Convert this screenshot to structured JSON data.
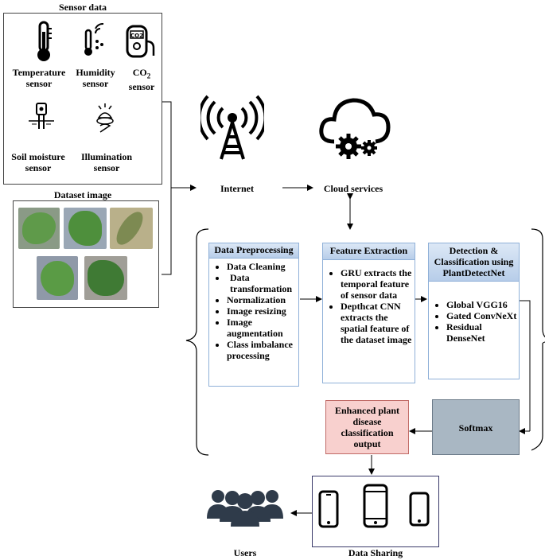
{
  "sensor_panel": {
    "title": "Sensor data",
    "sensors": [
      {
        "name": "Temperature sensor",
        "icon": "thermometer-icon"
      },
      {
        "name": "Humidity sensor",
        "icon": "humidity-icon"
      },
      {
        "name_main": "CO",
        "name_sub": "2",
        "name_tail": "sensor",
        "icon": "co2-sensor-icon"
      },
      {
        "name": "Soil moisture sensor",
        "icon": "soil-moisture-icon"
      },
      {
        "name": "Illumination sensor",
        "icon": "illumination-icon"
      }
    ]
  },
  "dataset_panel": {
    "title": "Dataset image"
  },
  "network": {
    "internet": "Internet",
    "cloud": "Cloud services"
  },
  "preprocessing": {
    "title": "Data Preprocessing",
    "items": [
      "Data Cleaning",
      "Data transformation",
      "Normalization",
      "Image resizing",
      "Image augmentation",
      "Class imbalance processing"
    ]
  },
  "feature_extraction": {
    "title": "Feature Extraction",
    "items": [
      "GRU extracts the temporal feature of sensor data",
      "Depthcat CNN extracts the spatial feature of the dataset image"
    ]
  },
  "detection": {
    "title": "Detection & Classification using PlantDetectNet",
    "items": [
      "Global VGG16",
      "Gated ConvNeXt",
      "Residual DenseNet"
    ]
  },
  "softmax": {
    "label": "Softmax"
  },
  "output": {
    "label": "Enhanced plant disease classification output"
  },
  "sharing": {
    "label": "Data Sharing"
  },
  "users": {
    "label": "Users"
  },
  "colors": {
    "header_blue": "#b7cde9",
    "border_blue": "#8fb0d8",
    "softmax_gray": "#a9b7c3",
    "output_pink": "#f8d0ce"
  }
}
